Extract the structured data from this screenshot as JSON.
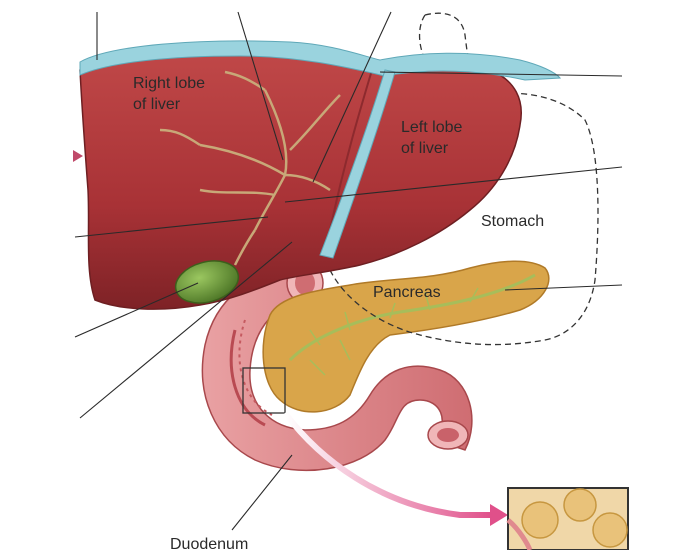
{
  "labels": {
    "right_lobe_line1": "Right lobe",
    "right_lobe_line2": "of liver",
    "left_lobe_line1": "Left lobe",
    "left_lobe_line2": "of liver",
    "stomach": "Stomach",
    "pancreas": "Pancreas",
    "bottom_partial": "Duodenum"
  },
  "colors": {
    "liver": "#a83236",
    "liver_highlight": "#c4585a",
    "ligament": "#9ad3de",
    "gallbladder": "#5c8a32",
    "pancreas": "#d9a54a",
    "duodenum": "#e08a8e",
    "duct": "#a7bd5a",
    "arrow": "#e0508a"
  }
}
